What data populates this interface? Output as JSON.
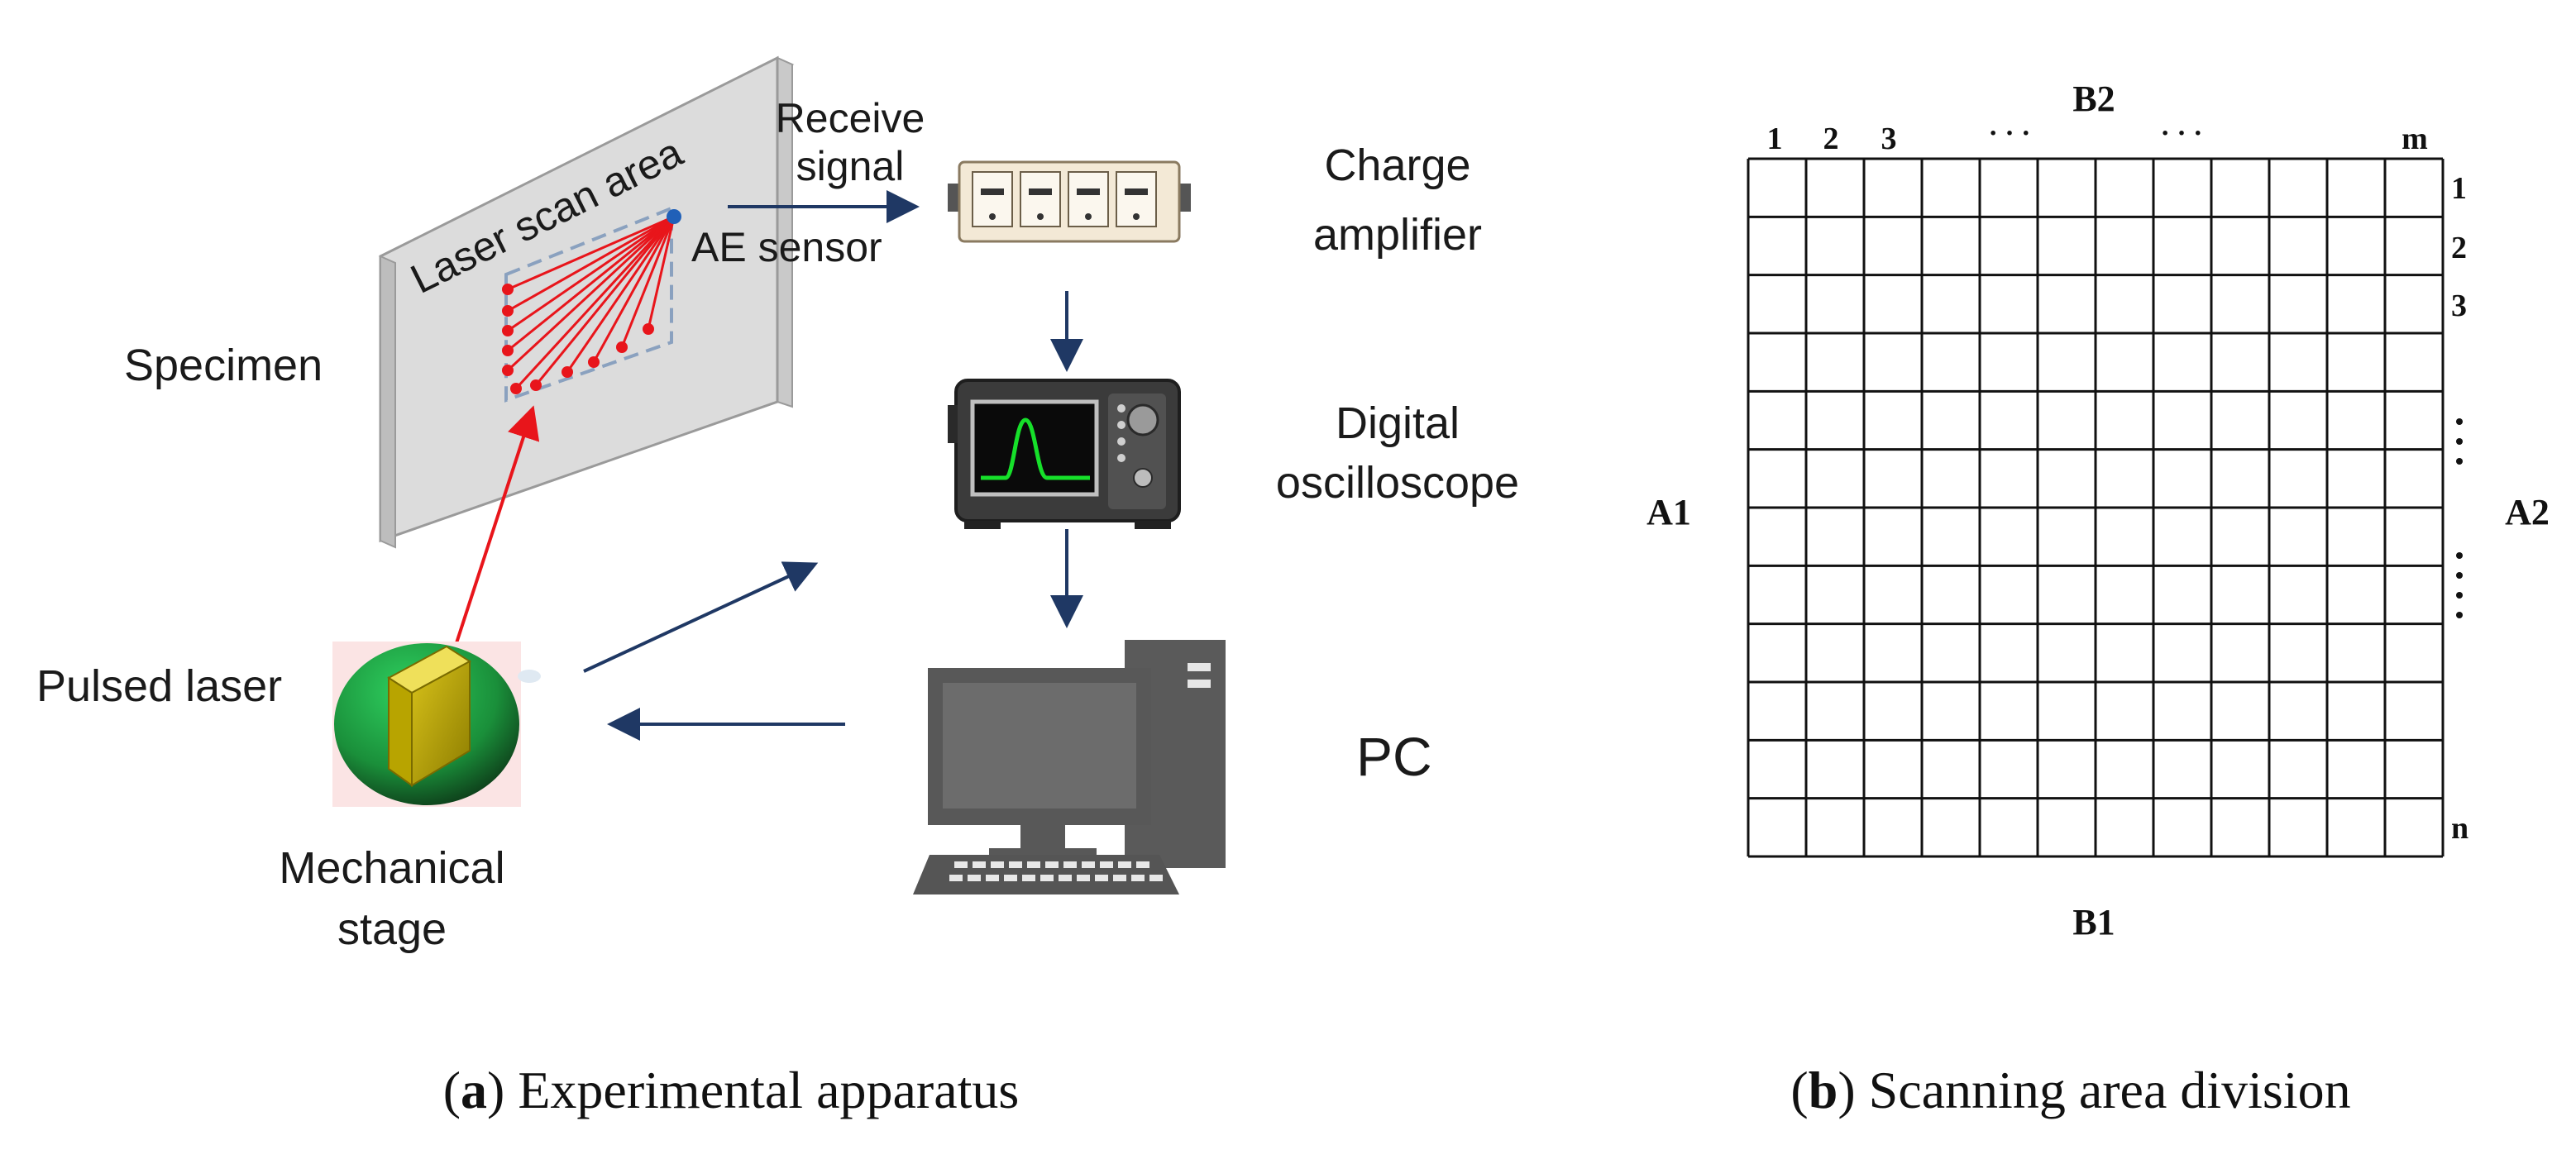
{
  "apparatus": {
    "specimen_label": "Specimen",
    "scan_area_label": "Laser scan area",
    "ae_sensor_label": "AE sensor",
    "receive_signal_lines": [
      "Receive",
      "signal"
    ],
    "charge_amplifier_lines": [
      "Charge",
      "amplifier"
    ],
    "oscilloscope_lines": [
      "Digital",
      "oscilloscope"
    ],
    "pc_label": "PC",
    "pulsed_laser_label": "Pulsed laser",
    "mechanical_stage_lines": [
      "Mechanical",
      "stage"
    ]
  },
  "grid": {
    "columns": 12,
    "rows": 12,
    "col_labels": [
      "1",
      "2",
      "3"
    ],
    "row_labels": [
      "1",
      "2",
      "3"
    ],
    "col_ellipsis": "· · ·",
    "last_col_label": "m",
    "last_row_label": "n",
    "top_label": "B2",
    "bottom_label": "B1",
    "left_label": "A1",
    "right_label": "A2"
  },
  "captions": {
    "a_letter": "a",
    "a_text": " Experimental apparatus",
    "b_letter": "b",
    "b_text": " Scanning area division"
  },
  "colors": {
    "arrow": "#1f3864",
    "laser": "#e8151b",
    "stage_green": "#1e9b3c",
    "laser_gold": "#b8a400"
  }
}
